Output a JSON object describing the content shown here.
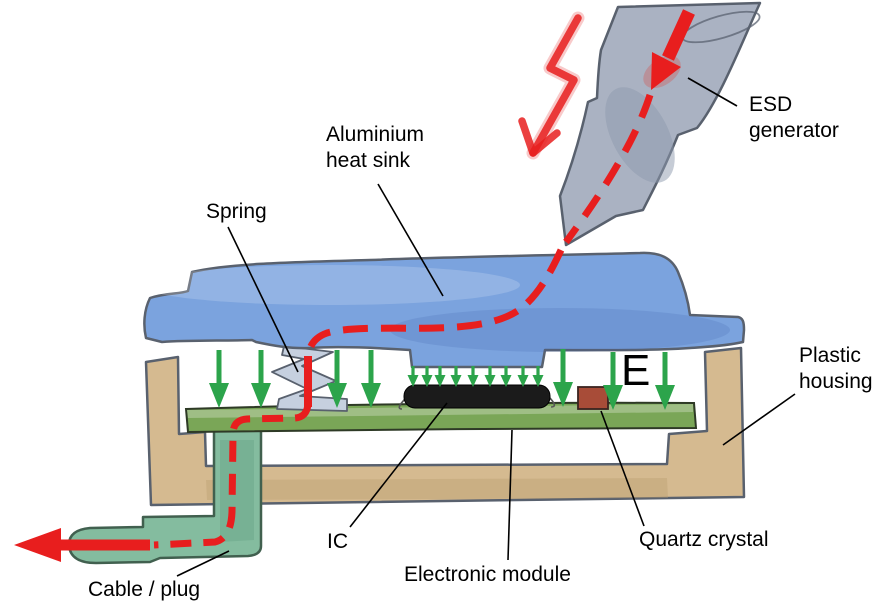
{
  "diagram": {
    "labels": {
      "heat_sink": {
        "line1": "Aluminium",
        "line2": "heat sink"
      },
      "spring": {
        "text": "Spring"
      },
      "esd_generator": {
        "line1": "ESD",
        "line2": "generator"
      },
      "plastic_housing": {
        "line1": "Plastic",
        "line2": "housing"
      },
      "ic": {
        "text": "IC"
      },
      "electronic_module": {
        "text": "Electronic module"
      },
      "quartz_crystal": {
        "text": "Quartz crystal"
      },
      "cable_plug": {
        "text": "Cable / plug"
      },
      "e_field": {
        "text": "E"
      }
    },
    "colors": {
      "heat_sink_blue": "#7ba3de",
      "housing_tan": "#d5ba90",
      "board_green": "#7aa657",
      "plug_teal": "#84bc9f",
      "esd_gun_gray": "#aab2c2",
      "arrow_green": "#2ca44b",
      "discharge_red": "#e81e1e",
      "ic_black": "#1b1b1b",
      "quartz_red": "#a84c38",
      "outline_gray": "#59616e",
      "label_black": "#000000"
    }
  }
}
